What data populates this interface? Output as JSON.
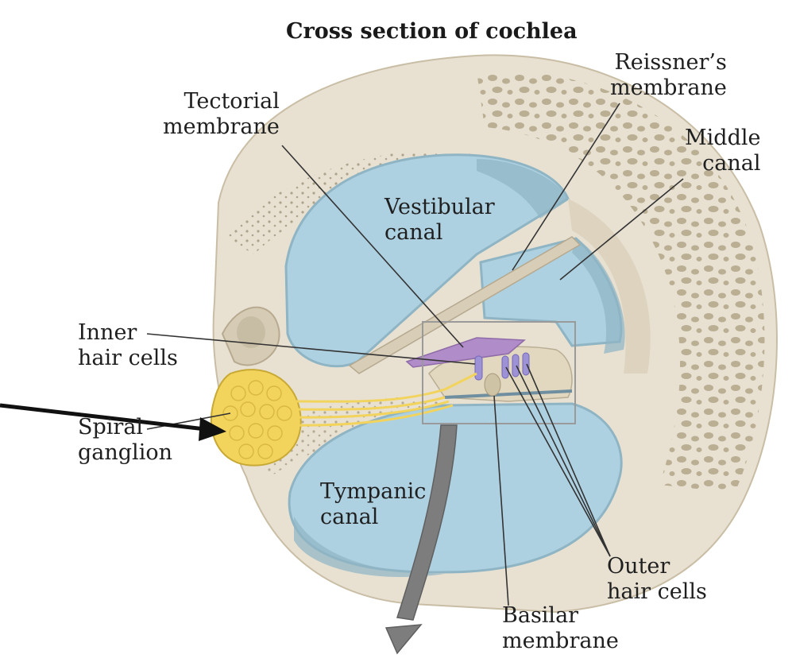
{
  "title": "Cross section of cochlea",
  "labels": {
    "tectorial": [
      "Tectorial",
      "membrane"
    ],
    "reissner": [
      "Reissner’s",
      "membrane"
    ],
    "middle": [
      "Middle",
      "canal"
    ],
    "vestibular": [
      "Vestibular",
      "canal"
    ],
    "inner": [
      "Inner",
      "hair cells"
    ],
    "spiral": [
      "Spiral",
      "ganglion"
    ],
    "tympanic": [
      "Tympanic",
      "canal"
    ],
    "outer": [
      "Outer",
      "hair cells"
    ],
    "basilar": [
      "Basilar",
      "membrane"
    ]
  },
  "colors": {
    "bone": "#e8e1d2",
    "bone_dark": "#d6ccb6",
    "fluid": "#aed1e2",
    "fluid_dark": "#8fb5c4",
    "nerve": "#f2d35c",
    "tectorial": "#b08cc8",
    "annotation_line": "#333333",
    "pointer_arrow": "#111111",
    "grey_arrow": "#7d7d7d"
  }
}
